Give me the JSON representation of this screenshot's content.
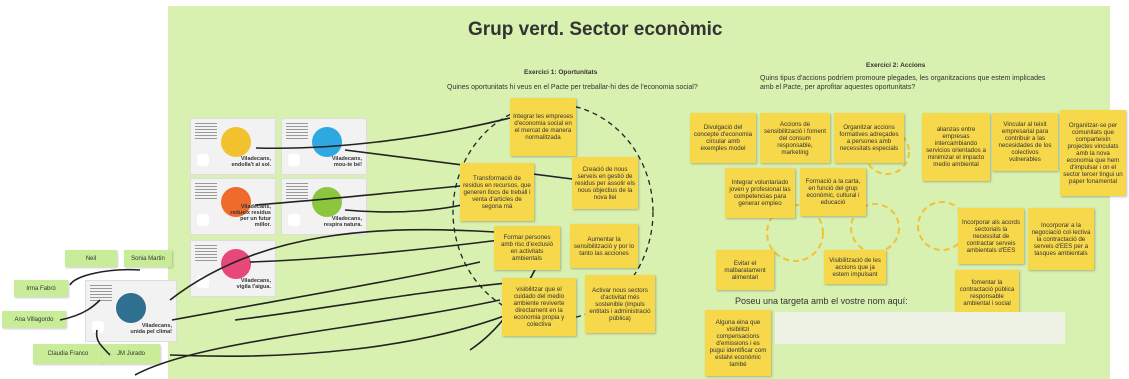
{
  "board": {
    "title": "Grup verd. Sector econòmic",
    "exercise1": {
      "heading": "Exercici 1: Oportunitats",
      "question": "Quines oportunitats hi veus en el Pacte per treballar-hi des de l'economia social?",
      "notes": [
        "Integrar les empreses d'economia social en el mercat de manera normalitzada",
        "Creació de nous serveis en gestió de residus per assolir els nous objectius de la nova llei",
        "Transformació de residus en recursos, que generen llocs de treball i venta d'articles de segona mà",
        "Formar persones amb risc d'exclusió en activitats ambientals",
        "Aumentar la sensibilització y por lo tanto las acciones",
        "visibilitzar que el cuidado del medio ambiente reviverte directament en la economia propia y colectiva",
        "Activar nous sectors d'activitat més sostenible (impuls entitats i administració pública)"
      ]
    },
    "exercise2": {
      "heading": "Exercici 2: Accions",
      "question": "Quins tipus d'accions podríem promoure plegades, les organitzacions que estem implicades amb el Pacte, per aprofitar aquestes oportunitats?",
      "notes": [
        "Divulgació del concepte d'economia circular amb exemples model",
        "Accions de sensibilització i foment del consum responsable, marketing",
        "Organitzar accions formatives adreçades a persones amb necessitats especials",
        "alianzas entre empresas intercambiando servicios orientados a minimizar el impacto medio ambiental",
        "Vincular al teixit empresarial para contribuir a las necesidades de los colectivos vulnerables",
        "Organitzar-se per comunitats que comparteixin projectes vinculats amb la nova economia que hem d'impulsar i on el sector tercer tingui un paper fonamental",
        "Integrar voluntariado joven y profesional las competencias para generar empleo",
        "Formació a la carta, en funció del grup econòmic, cultural i educació",
        "Incorporar als acords sectorials la necessitat de contractar serveis ambientals d'EES",
        "Incorporar a la negociació col·lectiva la contractació de serveis d'EES per a tasques ambientals",
        "Evitar el malbaratament alimentari",
        "Visibilització de les accions que ja estem impulsant",
        "fomentar la contractació pública responsable ambiental i social",
        "Alguna eina que visibilitzi compensacions d'emissions i es pugui identificar com estalvi econòmic també"
      ],
      "name_prompt": "Poseu una targeta amb el vostre nom aquí:"
    }
  },
  "cards": [
    {
      "caption": "Viladecans, endolla't al sol.",
      "color": "#f2c12e"
    },
    {
      "caption": "Viladecans, mou-te bé!",
      "color": "#2ea8e0"
    },
    {
      "caption": "Viladecans, redueix residus per un futur millor.",
      "color": "#ef6b2c"
    },
    {
      "caption": "Viladecans, respira natura.",
      "color": "#8cc63f"
    },
    {
      "caption": "Viladecans, vigila l'aigua.",
      "color": "#e8477a"
    },
    {
      "caption": "Viladecans, unida pel clima!",
      "color": "#2f6f8f"
    }
  ],
  "names": [
    "Neil",
    "Sonia Martin",
    "Irma Fabró",
    "Ana Villagordo",
    "Claudia Franco",
    "JM Jurado"
  ],
  "colors": {
    "board": "#d8f0b0",
    "sticky": "#f7d84a",
    "name_note": "#c8ec98"
  }
}
